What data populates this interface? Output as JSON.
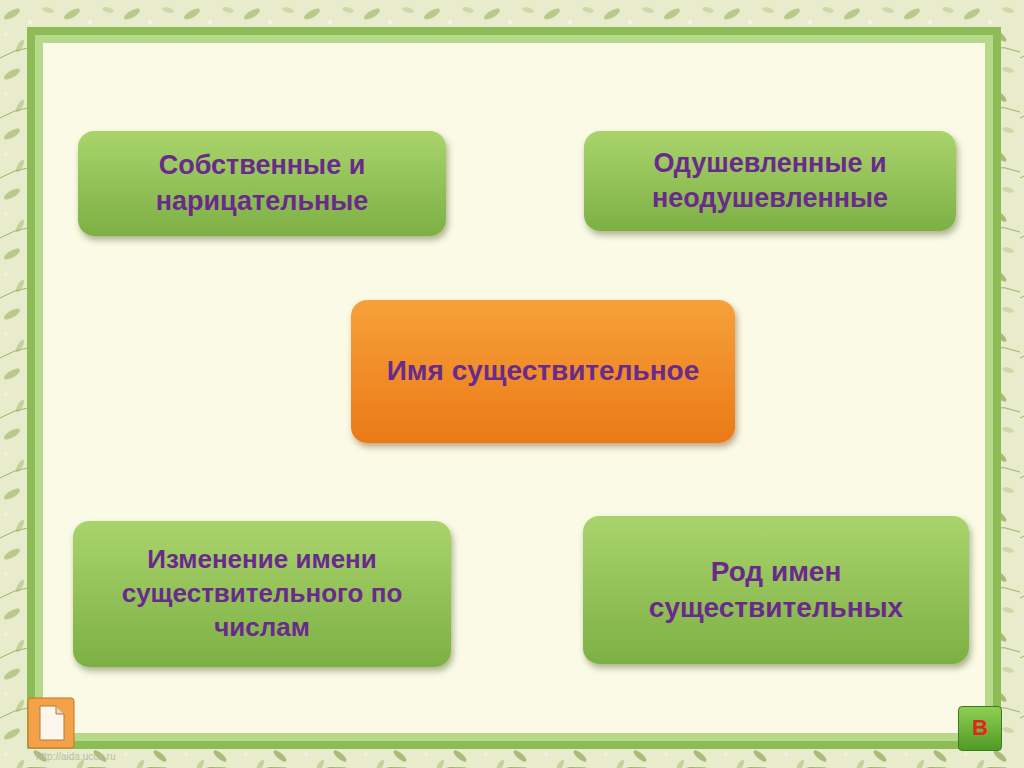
{
  "diagram": {
    "nodes": [
      {
        "text": [
          "Собственные и нарицательные"
        ]
      },
      {
        "text": [
          "Одушевленные и неодушевленные"
        ]
      },
      {
        "text": [
          "Имя существительное"
        ]
      },
      {
        "text": [
          "Изменение имени существительного по числам"
        ]
      },
      {
        "text": [
          "Род имен существительных"
        ]
      },
      {
        "text": [
          "В"
        ]
      }
    ],
    "labels": [
      "http://aida.ucoz.ru"
    ]
  }
}
